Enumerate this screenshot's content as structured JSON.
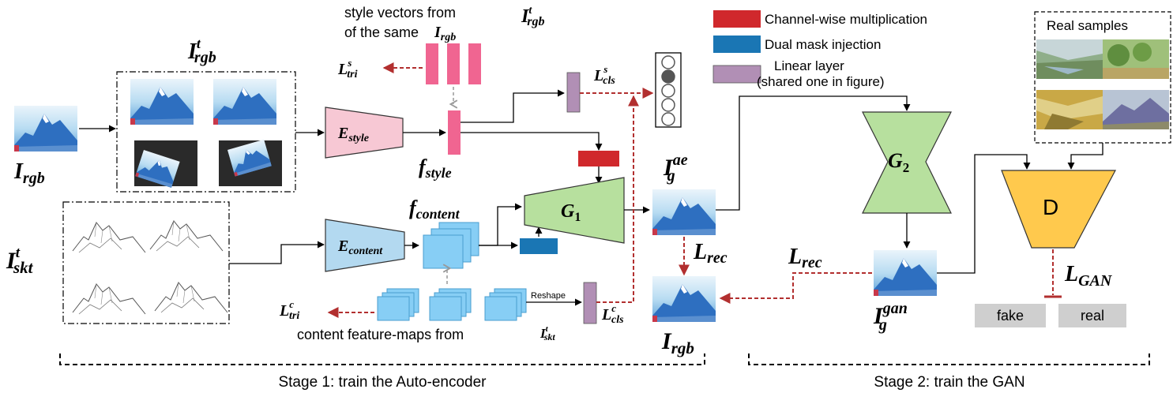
{
  "legend": {
    "items": [
      {
        "label": "Channel-wise multiplication",
        "color": "#d0282c"
      },
      {
        "label": "Dual mask injection",
        "color": "#1a76b4"
      },
      {
        "label": "Linear layer",
        "color": "#b18fb5"
      },
      {
        "label": "(shared one in figure)",
        "color": ""
      }
    ]
  },
  "real_samples": {
    "title": "Real samples"
  },
  "labels": {
    "i_rgb": "I",
    "i_rgb_sub": "rgb",
    "i_rgb_t": "I",
    "i_rgb_t_sup": "t",
    "i_rgb_t_sub": "rgb",
    "i_skt_t": "I",
    "i_skt_t_sup": "t",
    "i_skt_t_sub": "skt",
    "e_style": "E",
    "e_style_sub": "style",
    "e_content": "E",
    "e_content_sub": "content",
    "f_style": "f",
    "f_style_sub": "style",
    "f_content": "f",
    "f_content_sub": "content",
    "g1": "G",
    "g1_sub": "1",
    "g2": "G",
    "g2_sub": "2",
    "d": "D",
    "style_vectors_line1": "style vectors from",
    "style_vectors_line2": "of the same",
    "content_maps": "content feature-maps from",
    "reshape": "Reshape",
    "l_tri_s": "L",
    "l_tri_s_sup": "s",
    "l_tri_s_sub": "tri",
    "l_cls_s": "L",
    "l_cls_s_sup": "s",
    "l_cls_s_sub": "cls",
    "l_tri_c": "L",
    "l_tri_c_sup": "c",
    "l_tri_c_sub": "tri",
    "l_cls_c": "L",
    "l_cls_c_sup": "c",
    "l_cls_c_sub": "cls",
    "l_rec": "L",
    "l_rec_sub": "rec",
    "l_rec2": "L",
    "l_rec2_sub": "rec",
    "l_gan": "L",
    "l_gan_sub": "GAN",
    "i_g_ae": "I",
    "i_g_ae_sup": "ae",
    "i_g_ae_sub": "g",
    "i_g_gan": "I",
    "i_g_gan_sup": "gan",
    "i_g_gan_sub": "g",
    "i_rgb_out": "I",
    "i_rgb_out_sub": "rgb",
    "fake": "fake",
    "real": "real"
  },
  "stages": [
    {
      "label": "Stage 1: train the Auto-encoder"
    },
    {
      "label": "Stage 2: train the GAN"
    }
  ],
  "colors": {
    "style_pink": "#f06591",
    "encoder_style": "#f7c8d4",
    "encoder_content": "#b3d9f0",
    "feature_blue": "#87cef5",
    "generator_green": "#b7e09e",
    "discriminator_yellow": "#ffc94d",
    "loss_red": "#b22f2f",
    "gray_box": "#cfcfcf"
  }
}
